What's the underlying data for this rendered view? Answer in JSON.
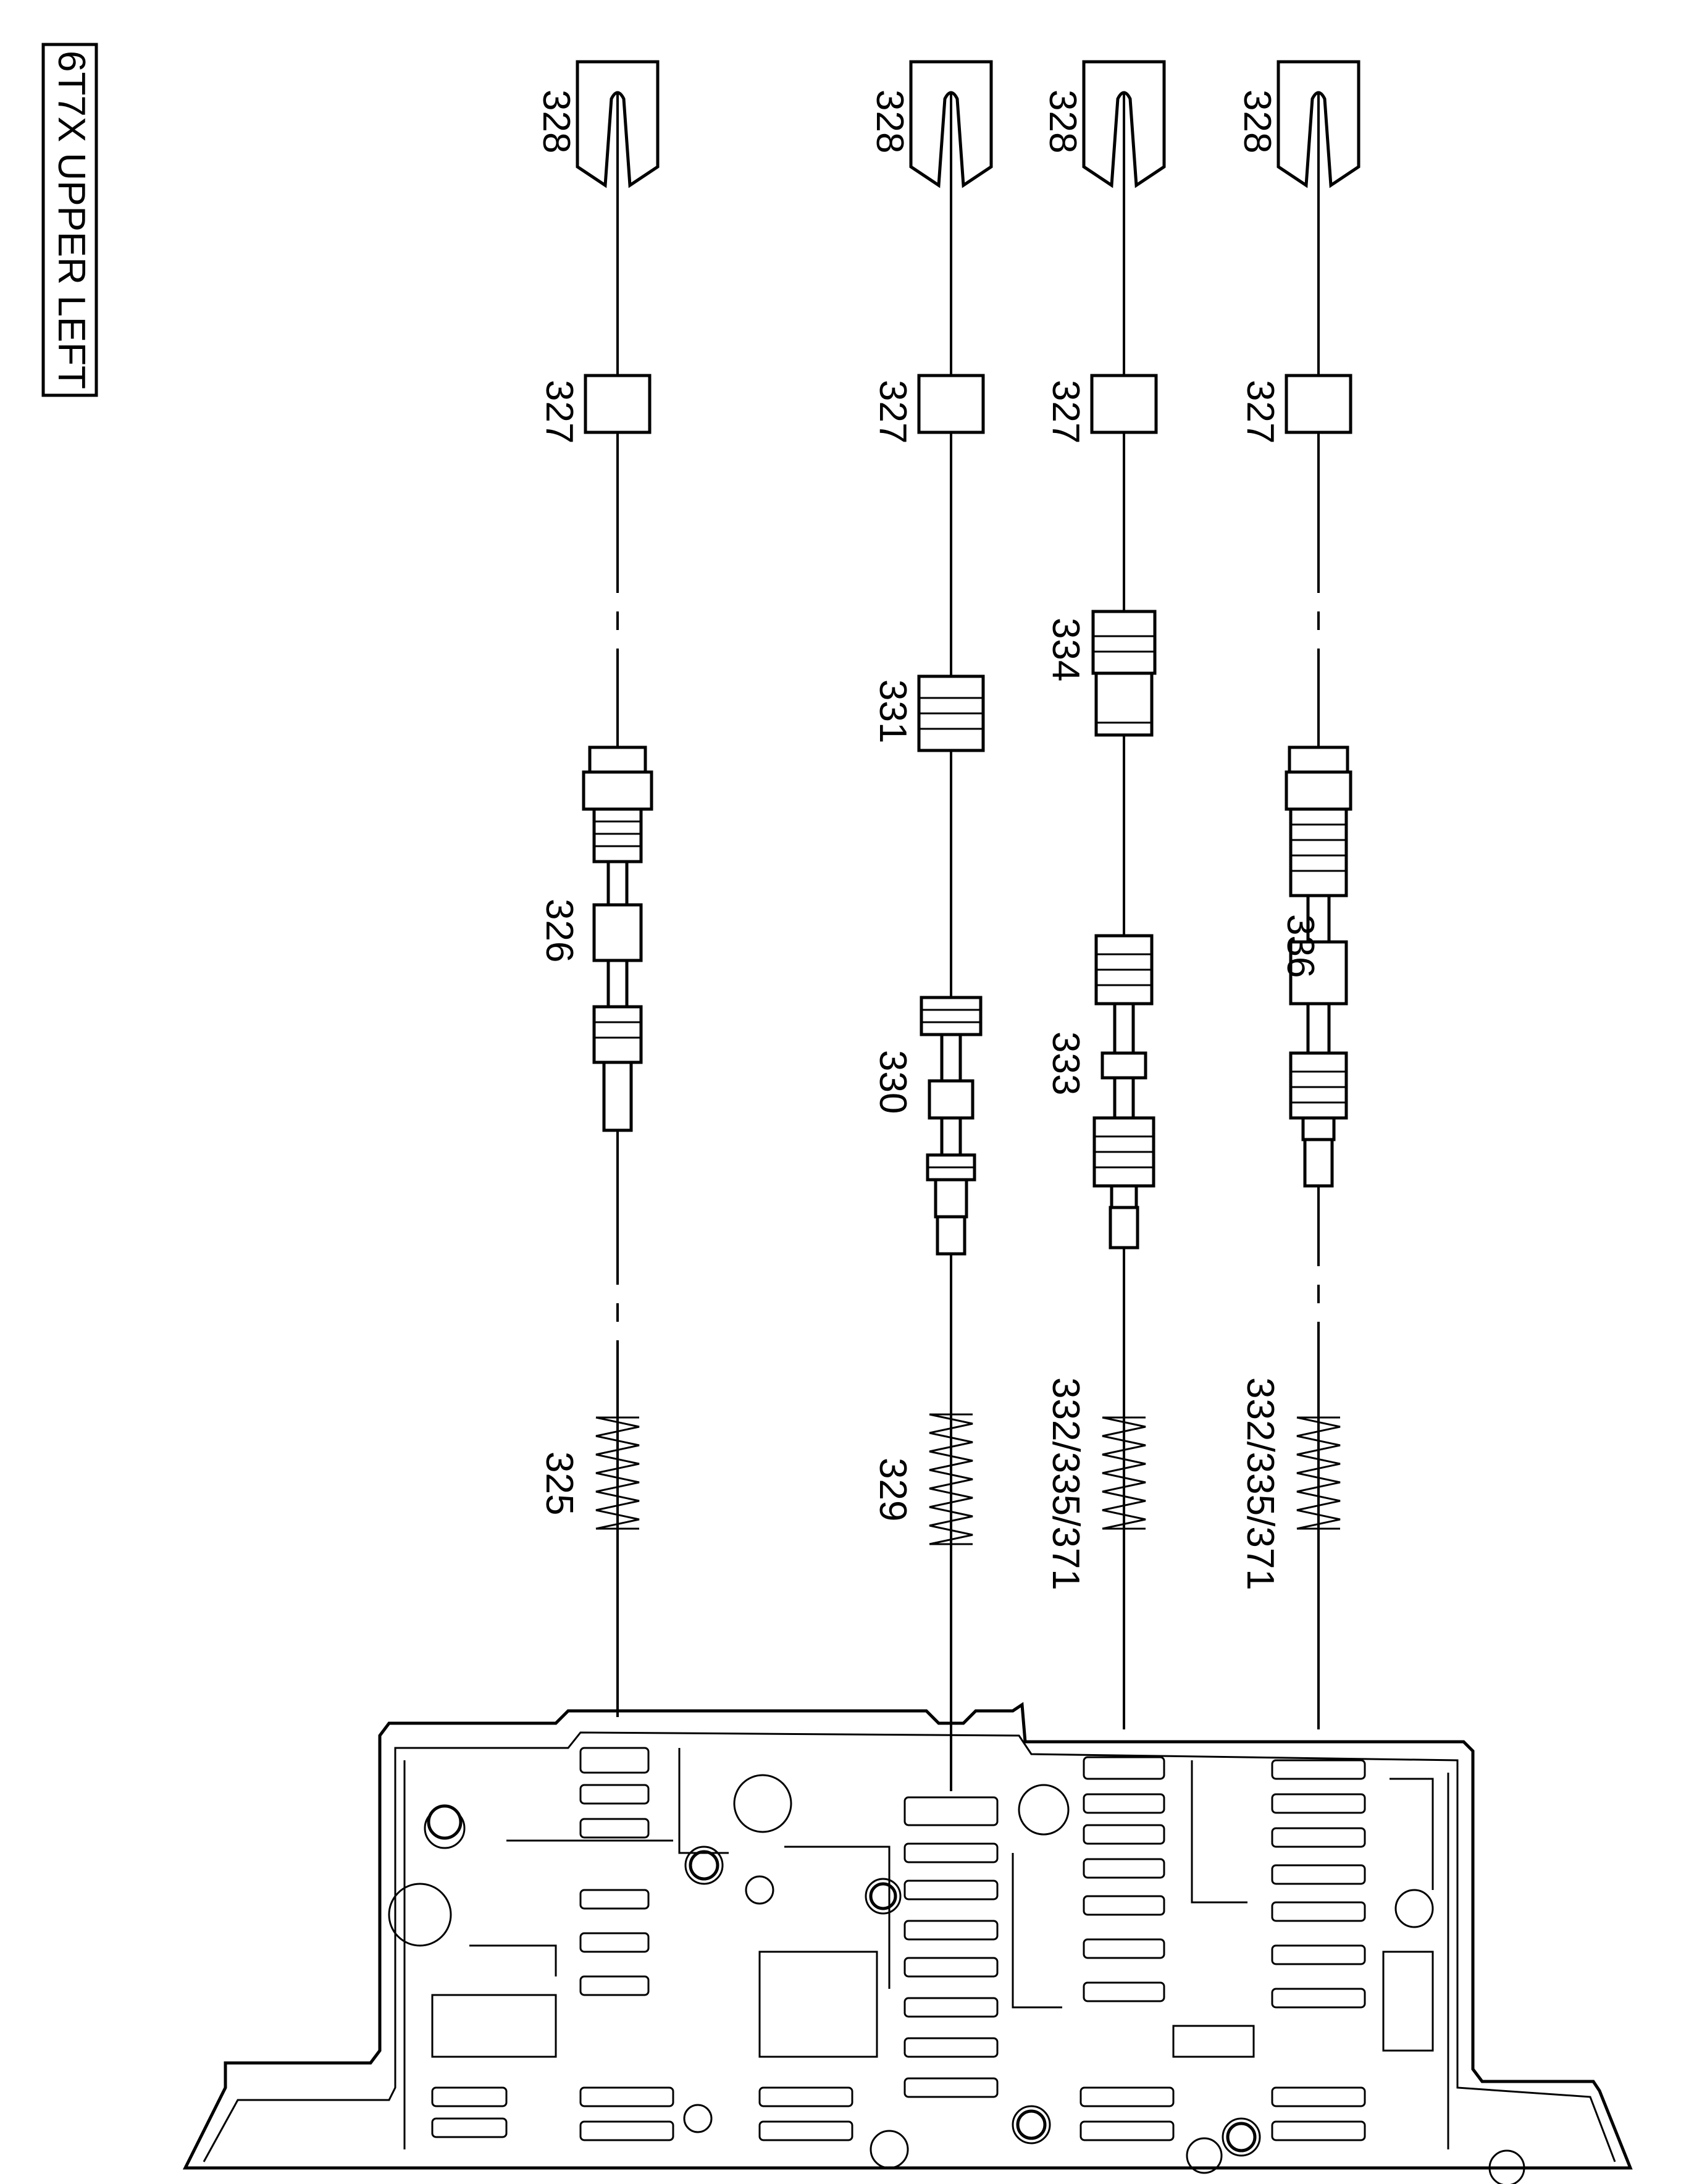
{
  "title": "6T7X UPPER LEFT",
  "colors": {
    "ink": "#000000",
    "paper": "#ffffff"
  },
  "columns": [
    {
      "id": "col-1",
      "labels": {
        "clip": "328",
        "plug": "327",
        "valve": "326",
        "spring": "325"
      }
    },
    {
      "id": "col-2",
      "labels": {
        "clip": "328",
        "plug": "327",
        "sleeve": "331",
        "valve": "330",
        "spring": "329"
      }
    },
    {
      "id": "col-3",
      "labels": {
        "clip": "328",
        "plug": "327",
        "sleeve": "334",
        "valve": "333",
        "spring": "332/335/371"
      }
    },
    {
      "id": "col-4",
      "labels": {
        "clip": "328",
        "plug": "327",
        "valve": "336",
        "spring": "332/335/371"
      }
    }
  ]
}
